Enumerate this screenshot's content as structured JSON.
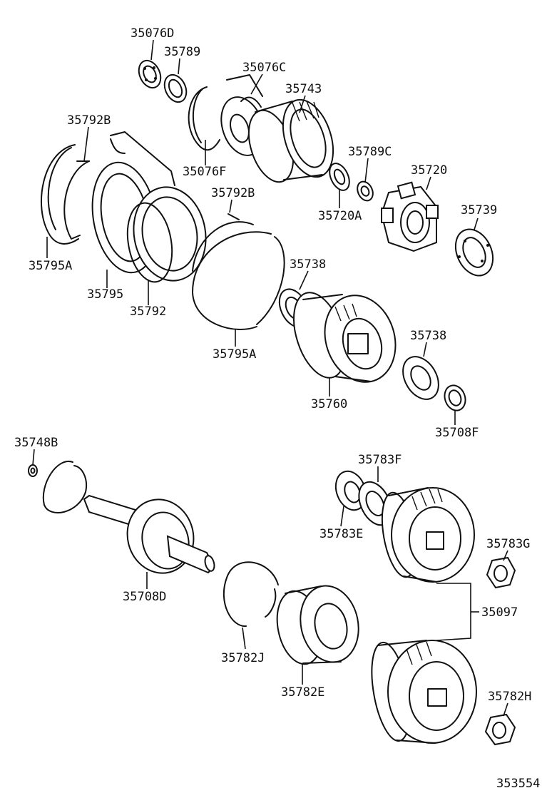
{
  "diagram_id": "353554",
  "parts": [
    {
      "id": "p1",
      "number": "35076D"
    },
    {
      "id": "p2",
      "number": "35789"
    },
    {
      "id": "p3",
      "number": "35076C"
    },
    {
      "id": "p4",
      "number": "35743"
    },
    {
      "id": "p5",
      "number": "35792B"
    },
    {
      "id": "p6",
      "number": "35076F"
    },
    {
      "id": "p7",
      "number": "35789C"
    },
    {
      "id": "p8",
      "number": "35720"
    },
    {
      "id": "p9",
      "number": "35792B"
    },
    {
      "id": "p10",
      "number": "35720A"
    },
    {
      "id": "p11",
      "number": "35739"
    },
    {
      "id": "p12",
      "number": "35795A"
    },
    {
      "id": "p13",
      "number": "35738"
    },
    {
      "id": "p14",
      "number": "35795"
    },
    {
      "id": "p15",
      "number": "35792"
    },
    {
      "id": "p16",
      "number": "35738"
    },
    {
      "id": "p17",
      "number": "35795A"
    },
    {
      "id": "p18",
      "number": "35760"
    },
    {
      "id": "p19",
      "number": "35708F"
    },
    {
      "id": "p20",
      "number": "35748B"
    },
    {
      "id": "p21",
      "number": "35783F"
    },
    {
      "id": "p22",
      "number": "35783E"
    },
    {
      "id": "p23",
      "number": "35783G"
    },
    {
      "id": "p24",
      "number": "35708D"
    },
    {
      "id": "p25",
      "number": "35097"
    },
    {
      "id": "p26",
      "number": "35782J"
    },
    {
      "id": "p27",
      "number": "35782E"
    },
    {
      "id": "p28",
      "number": "35782H"
    }
  ]
}
